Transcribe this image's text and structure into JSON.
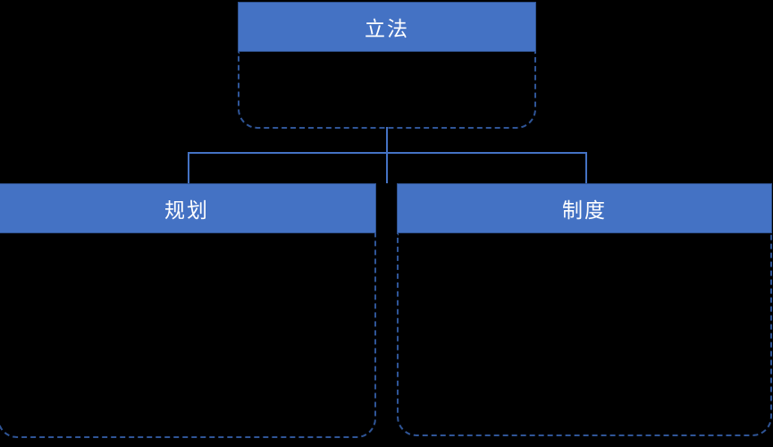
{
  "diagram": {
    "type": "hierarchy-tree",
    "background_color": "#000000",
    "accent_color": "#4472C4",
    "header_border_color": "#2F528F",
    "body_border_color": "#2F5597",
    "header_text_color": "#FFFFFF",
    "nodes": [
      {
        "id": "root",
        "title": "立法",
        "body_text": "",
        "level": 0
      },
      {
        "id": "left",
        "title": "规划",
        "body_text": "",
        "level": 1
      },
      {
        "id": "right",
        "title": "制度",
        "body_text": "",
        "level": 1
      }
    ],
    "edges": [
      {
        "from": "root",
        "to": "left"
      },
      {
        "from": "root",
        "to": "right"
      }
    ]
  }
}
